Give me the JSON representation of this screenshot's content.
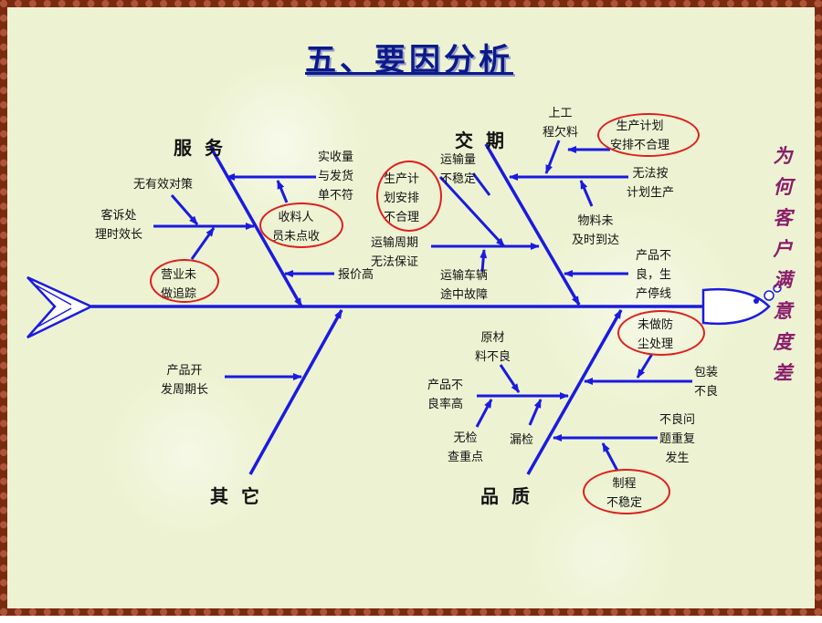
{
  "title": "五、要因分析",
  "effect": [
    "为",
    "何",
    "客",
    "户",
    "满",
    "意",
    "度",
    "差"
  ],
  "categories": {
    "service": "服务",
    "delivery": "交期",
    "other": "其它",
    "quality": "品质"
  },
  "causes": {
    "no_effective_measures": "无有效对策",
    "complaint_slow": "客诉处\n理时效长",
    "sales_no_followup": "营业未\n做追踪",
    "receipt_mismatch": "实收量\n与发货\n单不符",
    "receiver_not_counting": "收料人\n员未点收",
    "quote_high": "报价高",
    "transport_unstable": "运输量\n不稳定",
    "production_plan_bad_1": "生产计\n划安排\n不合理",
    "transport_cycle": "运输周期\n无法保证",
    "vehicle_breakdown": "运输车辆\n途中故障",
    "process_owed": "上工\n程欠料",
    "production_plan_bad_2": "生产计划\n安排不合理",
    "cannot_follow_plan": "无法按\n计划生产",
    "material_late": "物料未\n及时到达",
    "defect_stop": "产品不\n良，生\n产停线",
    "dev_cycle_long": "产品开\n发周期长",
    "raw_material_bad": "原材\n料不良",
    "defect_rate_high": "产品不\n良率高",
    "no_inspection": "无检\n查重点",
    "missed_inspection": "漏检",
    "no_dust_protection": "未做防\n尘处理",
    "packaging_bad": "包装\n不良",
    "recurring_defects": "不良问\n题重复\n发生",
    "process_unstable": "制程\n不稳定"
  },
  "colors": {
    "arrow": "#1a1ae0",
    "highlight_circle": "#dd1f1f",
    "title": "#0b1a8a",
    "effect": "#8a1e6a",
    "border": "#7a2a10"
  }
}
